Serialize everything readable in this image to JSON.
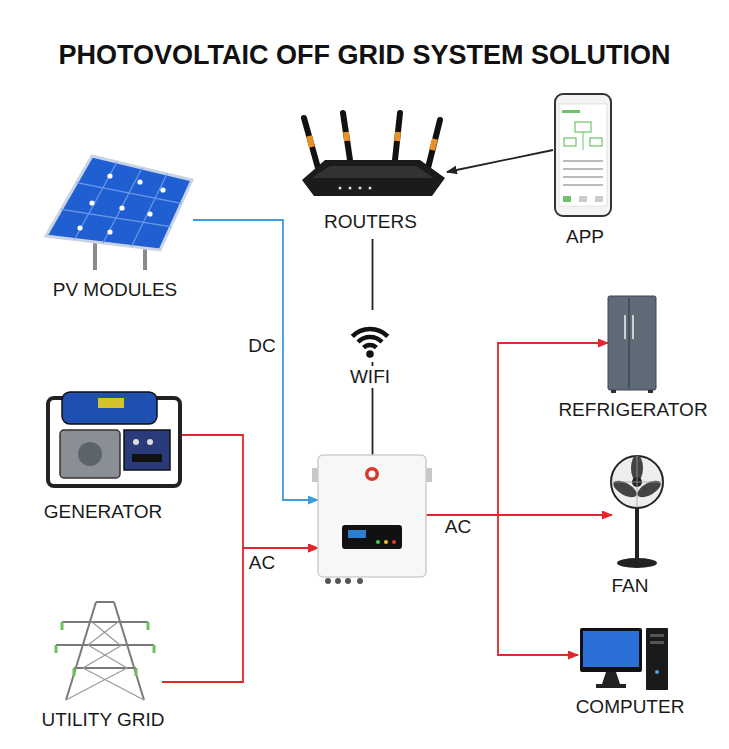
{
  "diagram": {
    "title": "PHOTOVOLTAIC OFF GRID SYSTEM SOLUTION",
    "nodes": [
      {
        "text": [
          "ROUTERS"
        ]
      },
      {
        "text": [
          "APP"
        ]
      },
      {
        "text": [
          "PV MODULES"
        ]
      },
      {
        "text": [
          "GENERATOR"
        ]
      },
      {
        "text": []
      },
      {
        "text": [
          "REFRIGERATOR"
        ]
      },
      {
        "text": [
          "FAN"
        ]
      },
      {
        "text": [
          "UTILITY GRID"
        ]
      },
      {
        "text": [
          "COMPUTER"
        ]
      }
    ],
    "edges": [
      {
        "from": 1,
        "to": 0,
        "arrow": "to"
      },
      {
        "from": 0,
        "to": 4,
        "arrow": "none",
        "label": "WIFI"
      },
      {
        "from": 2,
        "to": 4,
        "arrow": "to",
        "label": "DC"
      },
      {
        "from": 3,
        "to": 4,
        "arrow": "to",
        "label": "AC"
      },
      {
        "from": 7,
        "to": 4,
        "arrow": "to"
      },
      {
        "from": 4,
        "to": 5,
        "arrow": "to"
      },
      {
        "from": 4,
        "to": 6,
        "arrow": "to",
        "label": "AC"
      },
      {
        "from": 4,
        "to": 8,
        "arrow": "to"
      }
    ]
  }
}
